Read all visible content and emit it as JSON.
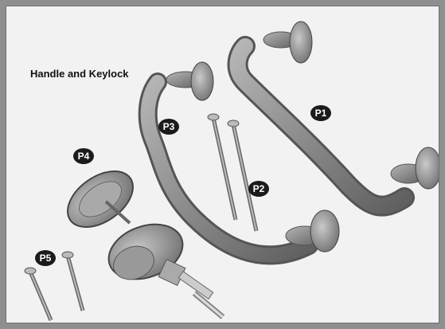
{
  "heading": "Handle and Keylock",
  "parts": [
    {
      "id": "p1",
      "label": "P1"
    },
    {
      "id": "p2",
      "label": "P2"
    },
    {
      "id": "p3",
      "label": "P3"
    },
    {
      "id": "p4",
      "label": "P4"
    },
    {
      "id": "p5",
      "label": "P5"
    }
  ],
  "colors": {
    "background": "#f2f2f2",
    "frame": "#8f8f8f",
    "metal": "#8c8c8c",
    "badge": "#1b1b1b"
  }
}
